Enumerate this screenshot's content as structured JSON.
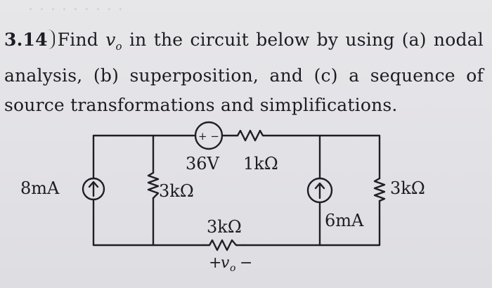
{
  "problem": {
    "number": "3.14",
    "line1_pre": "Find ",
    "var_v": "v",
    "var_sub": "o",
    "line1_post": " in the circuit below by using (a) nodal",
    "line2": "analysis, (b) superposition, and (c) a sequence of",
    "line3": "source transformations and simplifications."
  },
  "circuit": {
    "source_left_label": "8mA",
    "resistor_left_label": "3kΩ",
    "voltage_source_label": "36V",
    "voltage_source_polarity": "+ −",
    "resistor_top_label": "1kΩ",
    "resistor_bottom_label": "3kΩ",
    "vo_plus": "+",
    "vo_var": "v",
    "vo_sub": "o",
    "vo_minus": "−",
    "source_right_label": "6mA",
    "resistor_right_label": "3kΩ"
  }
}
